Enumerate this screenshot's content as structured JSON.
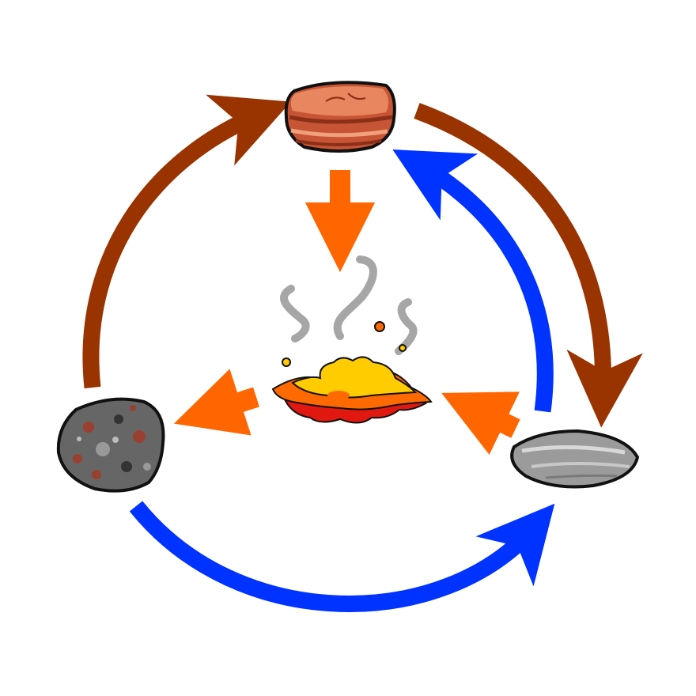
{
  "diagram": {
    "colors": {
      "background": "#ffffff",
      "brown_arrow": "#993300",
      "blue_arrow": "#0033ff",
      "orange_arrow": "#ff6600",
      "steam": "#a6a6a6",
      "magma_red": "#e0180f",
      "magma_orange": "#ff6a00",
      "magma_yellow": "#ffcc00",
      "sedimentary_rock": "#e07a55",
      "igneous_rock": "#666666",
      "igneous_speckle": "#9a4030",
      "metamorphic_rock": "#a6a6a6"
    },
    "nodes": [
      {
        "id": "sedimentary",
        "icon": "layered-sandstone-rock-icon"
      },
      {
        "id": "metamorphic",
        "icon": "gray-flat-stone-icon"
      },
      {
        "id": "igneous",
        "icon": "speckled-granite-rock-icon"
      },
      {
        "id": "magma",
        "icon": "molten-magma-pool-icon"
      }
    ],
    "arrows": [
      {
        "from": "igneous",
        "to": "sedimentary",
        "color": "brown"
      },
      {
        "from": "sedimentary",
        "to": "metamorphic",
        "color": "brown"
      },
      {
        "from": "metamorphic",
        "to": "sedimentary",
        "color": "blue"
      },
      {
        "from": "igneous",
        "to": "metamorphic",
        "color": "blue"
      },
      {
        "from": "sedimentary",
        "to": "magma",
        "color": "orange"
      },
      {
        "from": "metamorphic",
        "to": "magma",
        "color": "orange"
      },
      {
        "from": "magma",
        "to": "igneous",
        "color": "orange"
      }
    ]
  }
}
